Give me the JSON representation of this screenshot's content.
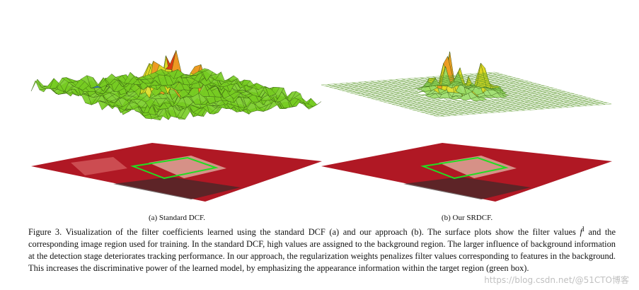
{
  "subcaption_a": "(a) Standard DCF.",
  "subcaption_b": "(b) Our SRDCF.",
  "caption_lead": "Figure 3. Visualization of the filter coefficients learned using the standard DCF (a) and our approach (b). The surface plots show the filter values ",
  "caption_symbol": "f",
  "caption_superscript": "l",
  "caption_rest": " and the corresponding image region used for training. In the standard DCF, high values are assigned to the background region. The larger influence of background information at the detection stage deteriorates tracking performance. In our approach, the regularization weights penalizes filter values corresponding to features in the background. This increases the discriminative power of the learned model, by emphasizing the appearance information within the target region (green box).",
  "watermark": "https://blog.csdn.net/@51CTO博客",
  "colors": {
    "image_red": "#b01824",
    "target_box": "#22dd22",
    "mesh_green": "#55aa22"
  }
}
